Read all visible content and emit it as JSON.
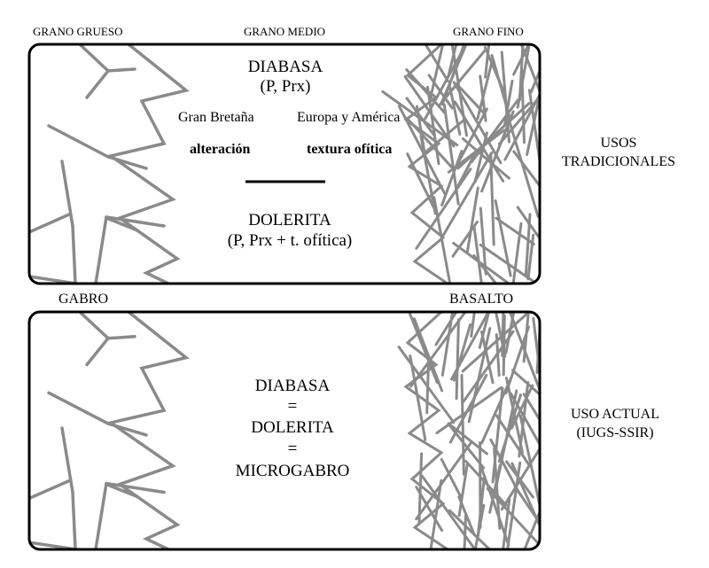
{
  "grain_labels": {
    "coarse": "GRANO GRUESO",
    "medium": "GRANO MEDIO",
    "fine": "GRANO FINO"
  },
  "top_panel": {
    "name1": "DIABASA",
    "name1_minerals": "(P, Prx)",
    "region_left": "Gran Bretaña",
    "region_right": "Europa y América",
    "criterion_left": "alteración",
    "criterion_right": "textura ofítica",
    "name2": "DOLERITA",
    "name2_minerals": "(P, Prx + t. ofítica)"
  },
  "between_panels": {
    "left_rock": "GABRO",
    "right_rock": "BASALTO"
  },
  "bottom_panel": {
    "line1": "DIABASA",
    "eq1": "=",
    "line2": "DOLERITA",
    "eq2": "=",
    "line3": "MICROGABRO"
  },
  "side_labels": {
    "traditional_line1": "USOS",
    "traditional_line2": "TRADICIONALES",
    "current_line1": "USO ACTUAL",
    "current_line2": "(IUGS-SSIR)"
  },
  "colors": {
    "frame": "#000000",
    "texture": "#8a8a8a"
  }
}
